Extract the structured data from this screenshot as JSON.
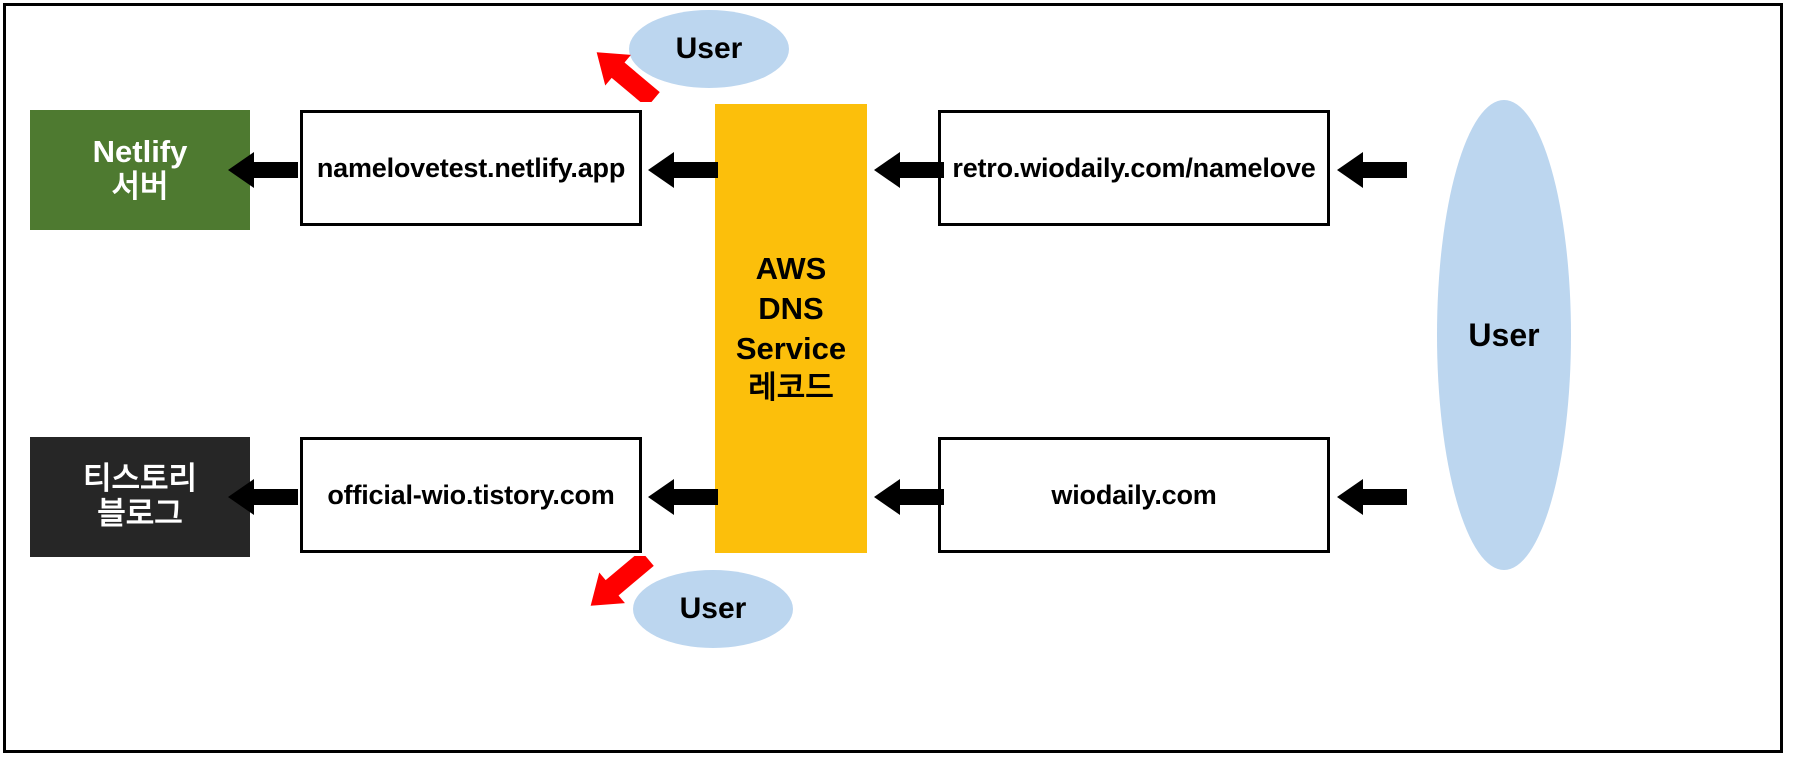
{
  "diagram": {
    "title": "DNS routing diagram",
    "colors": {
      "netlify_green": "#4E7A30",
      "tistory_dark": "#262626",
      "aws_yellow": "#FCBF0B",
      "user_blue": "#BCD6EF",
      "arrow_black": "#000000",
      "arrow_red": "#FF0000",
      "frame_black": "#000000"
    },
    "nodes": {
      "netlify_server": {
        "label_line1": "Netlify",
        "label_line2": "서버"
      },
      "tistory_blog": {
        "label_line1": "티스토리",
        "label_line2": "블로그"
      },
      "netlify_app_domain": {
        "label": "namelovetest.netlify.app"
      },
      "tistory_domain": {
        "label": "official-wio.tistory.com"
      },
      "aws_dns": {
        "line1": "AWS",
        "line2": "DNS",
        "line3": "Service",
        "line4": "레코드"
      },
      "retro_namelove_domain": {
        "label": "retro.wiodaily.com/namelove"
      },
      "wiodaily_domain": {
        "label": "wiodaily.com"
      },
      "user_top": {
        "label": "User"
      },
      "user_bottom": {
        "label": "User"
      },
      "user_right": {
        "label": "User"
      }
    },
    "arrows": {
      "black": [
        {
          "name": "arrow-netlifyapp-to-netlifyserver",
          "direction": "left"
        },
        {
          "name": "arrow-dns-to-netlifyapp",
          "direction": "left"
        },
        {
          "name": "arrow-retro-to-dns",
          "direction": "left"
        },
        {
          "name": "arrow-userright-to-retro",
          "direction": "left"
        },
        {
          "name": "arrow-tistorydomain-to-tistoryblog",
          "direction": "left"
        },
        {
          "name": "arrow-dns-to-tistorydomain",
          "direction": "left"
        },
        {
          "name": "arrow-wiodaily-to-dns",
          "direction": "left"
        },
        {
          "name": "arrow-userright-to-wiodaily",
          "direction": "left"
        }
      ],
      "red": [
        {
          "name": "arrow-usertop-to-netlifyapp",
          "direction": "down-left"
        },
        {
          "name": "arrow-userbottom-to-tistorydomain",
          "direction": "up-left"
        }
      ]
    }
  }
}
